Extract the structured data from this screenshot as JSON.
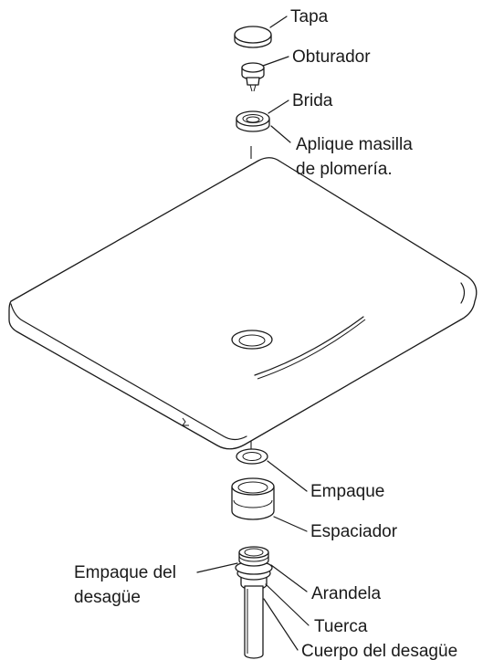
{
  "labels": {
    "tapa": "Tapa",
    "obturador": "Obturador",
    "brida": "Brida",
    "masilla_line1": "Aplique masilla",
    "masilla_line2": "de plomería.",
    "empaque": "Empaque",
    "espaciador": "Espaciador",
    "empaque_desague_line1": "Empaque del",
    "empaque_desague_line2": "desagüe",
    "arandela": "Arandela",
    "tuerca": "Tuerca",
    "cuerpo_desague": "Cuerpo del desagüe"
  }
}
